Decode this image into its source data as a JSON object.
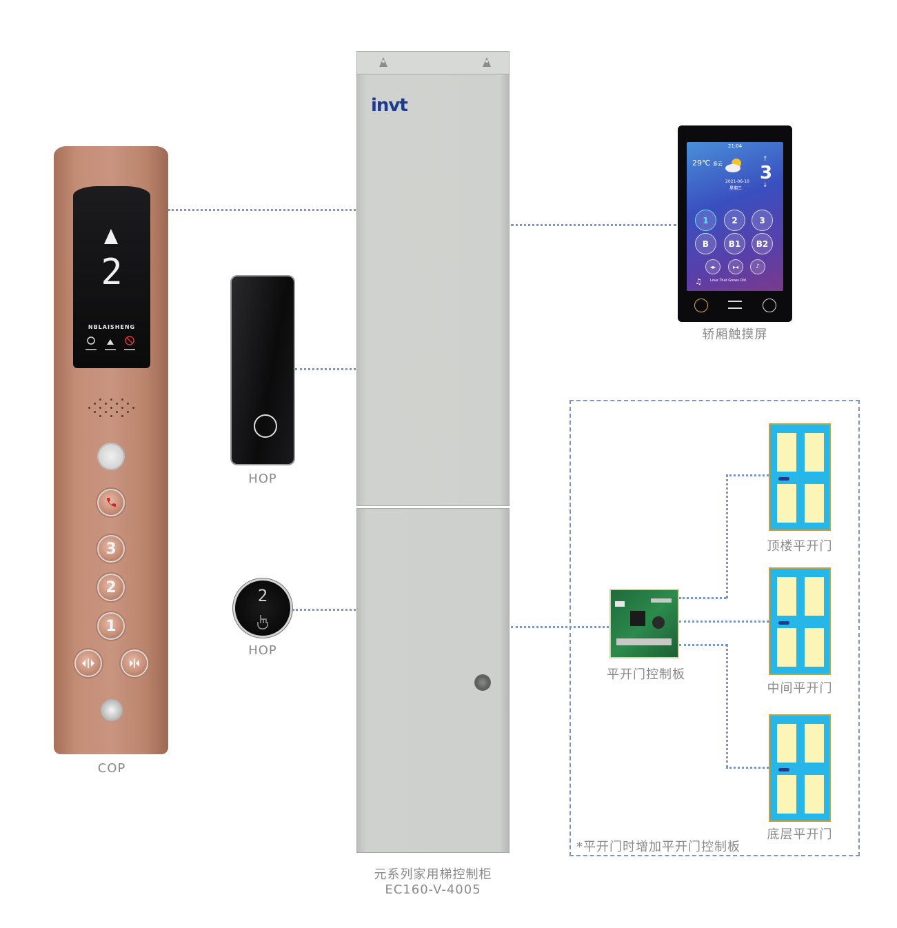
{
  "cabinet": {
    "brand": "invt",
    "label_line1": "元系列家用梯控制柜",
    "label_line2": "EC160-V-4005"
  },
  "cop": {
    "label": "COP",
    "floor_display": "2",
    "brand": "NBLAISHENG",
    "buttons": [
      "3",
      "2",
      "1"
    ]
  },
  "hop_top": {
    "label": "HOP"
  },
  "hop_bottom": {
    "label": "HOP",
    "floor_display": "2"
  },
  "touch_screen": {
    "label": "轿厢触摸屏",
    "time": "21:04",
    "temperature": "29℃",
    "weather": "多云",
    "date": "2021-06-10",
    "weekday": "星期三",
    "current_floor": "3",
    "floor_buttons": [
      "1",
      "2",
      "3",
      "B",
      "B1",
      "B2"
    ],
    "song": "Love That Grows Old"
  },
  "door_board": {
    "label": "平开门控制板",
    "note": "*平开门时增加平开门控制板"
  },
  "doors": [
    {
      "label": "顶楼平开门"
    },
    {
      "label": "中间平开门"
    },
    {
      "label": "底层平开门"
    }
  ],
  "colors": {
    "connector": "#7d95c6",
    "door_blue": "#27b6e8",
    "door_panel": "#fbf5b8",
    "cop_bronze": "#c48d76"
  }
}
